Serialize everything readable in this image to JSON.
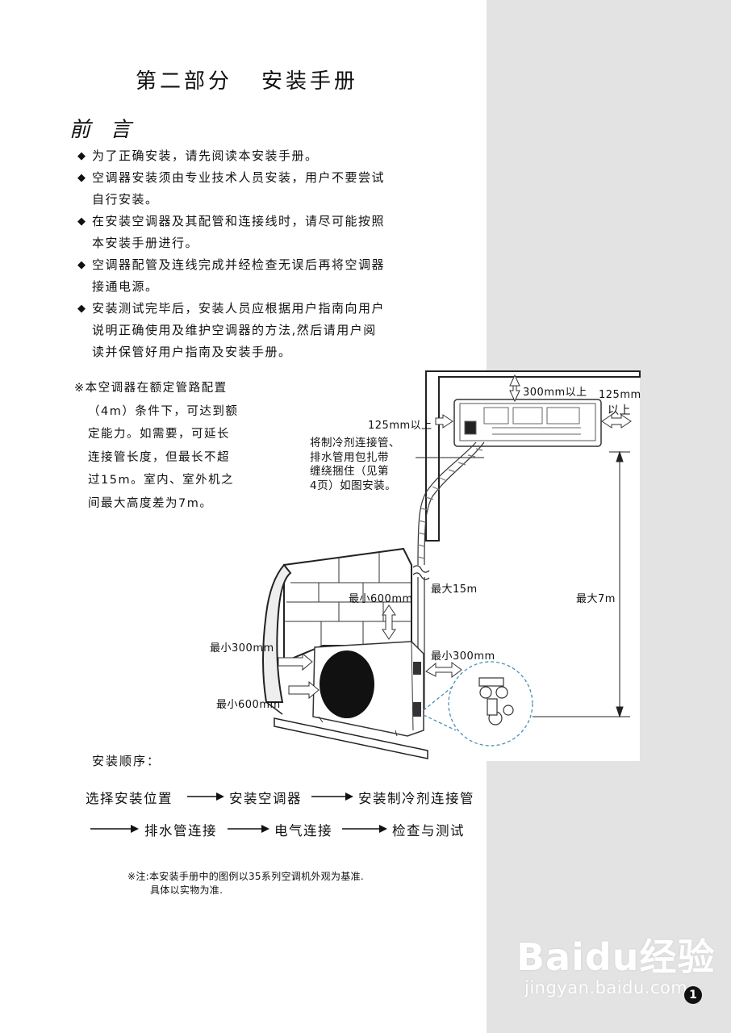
{
  "title": {
    "part": "第二部分",
    "name": "安装手册"
  },
  "preface": "前 言",
  "bullets": [
    {
      "lines": [
        "为了正确安装，请先阅读本安装手册。"
      ]
    },
    {
      "lines": [
        "空调器安装须由专业技术人员安装，用户不要尝试",
        "自行安装。"
      ]
    },
    {
      "lines": [
        "在安装空调器及其配管和连接线时，请尽可能按照",
        "本安装手册进行。"
      ]
    },
    {
      "lines": [
        "空调器配管及连线完成并经检查无误后再将空调器",
        "接通电源。"
      ]
    },
    {
      "lines": [
        "安装测试完毕后，安装人员应根据用户指南向用户",
        "说明正确使用及维护空调器的方法,然后请用户阅",
        "读并保管好用户指南及安装手册。"
      ]
    }
  ],
  "bullet_marker": "◆",
  "note": [
    "※本空调器在额定管路配置",
    "（4m）条件下，可达到额",
    "定能力。如需要，可延长",
    "连接管长度，但最长不超",
    "过15m。室内、室外机之",
    "间最大高度差为7m。"
  ],
  "diagram_labels": {
    "top_clearance": "300mm以上",
    "right_clearance_1": "125mm",
    "right_clearance_2": "以上",
    "left_clearance": "125mm以上",
    "wrap_note": [
      "将制冷剂连接管、",
      "排水管用包扎带",
      "缠绕捆住（见第",
      "4页）如图安装。"
    ],
    "min_600_top": "最小600mm",
    "max_15m": "最大15m",
    "max_7m": "最大7m",
    "min_300_left": "最小300mm",
    "min_300_right": "最小300mm",
    "min_600_front": "最小600mm"
  },
  "order": {
    "title": "安装顺序：",
    "row1": [
      "选择安装位置",
      "安装空调器",
      "安装制冷剂连接管"
    ],
    "row2": [
      "排水管连接",
      "电气连接",
      "检查与测试"
    ]
  },
  "footnote": [
    "※注:本安装手册中的图例以35系列空调机外观为基准.",
    "具体以实物为准."
  ],
  "page_number": "1",
  "watermark": {
    "logo": "Baidu经验",
    "url": "jingyan.baidu.com"
  },
  "colors": {
    "sidebar": "#e3e3e4",
    "text": "#111111",
    "arrow_fill": "#ffffff"
  }
}
